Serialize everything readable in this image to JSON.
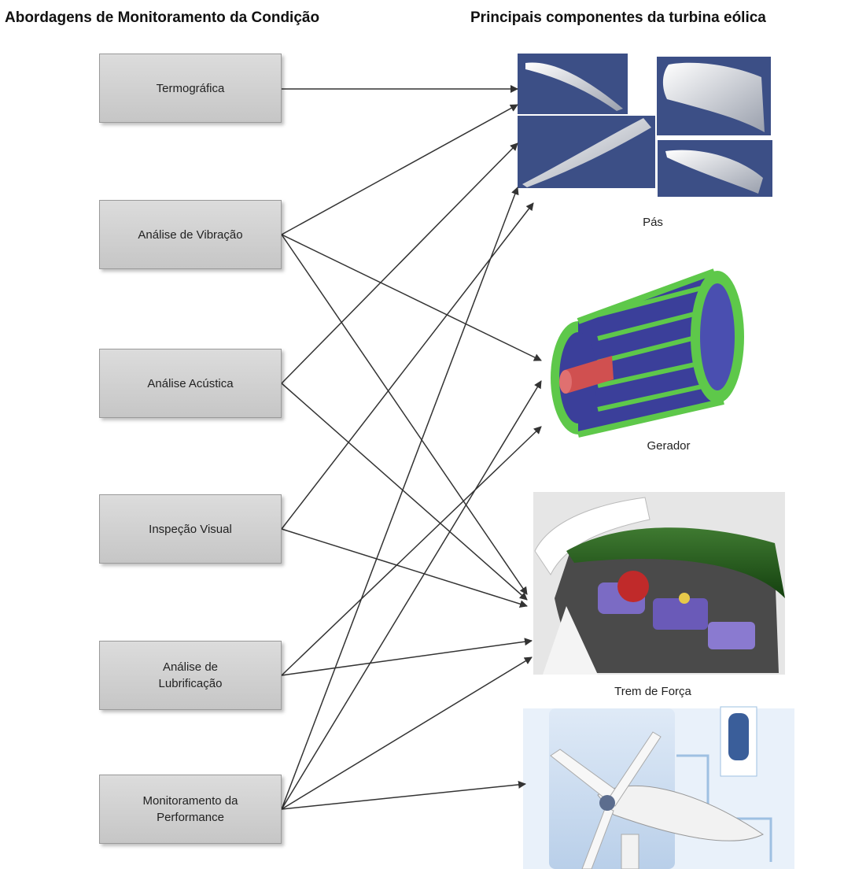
{
  "headings": {
    "left": "Abordagens de Monitoramento da Condição",
    "right": "Principais componentes da turbina eólica"
  },
  "approaches": [
    {
      "line1": "Termográfica",
      "line2": ""
    },
    {
      "line1": "Análise de Vibração",
      "line2": ""
    },
    {
      "line1": "Análise Acústica",
      "line2": ""
    },
    {
      "line1": "Inspeção Visual",
      "line2": ""
    },
    {
      "line1": "Análise de",
      "line2": "Lubrificação"
    },
    {
      "line1": "Monitoramento da",
      "line2": "Performance"
    }
  ],
  "components": [
    {
      "label": "Pás"
    },
    {
      "label": "Gerador"
    },
    {
      "label": "Trem de Força"
    }
  ],
  "colors": {
    "box_fill": "#d0d0d0",
    "blade_panel": "#3c4f86",
    "generator_ring": "#5ec84a",
    "generator_core": "#3b3f9a",
    "shaft": "#d05050",
    "nacelle_cover": "#1f5a1a",
    "sky": "#cfe0f2",
    "arrow": "#333333"
  }
}
